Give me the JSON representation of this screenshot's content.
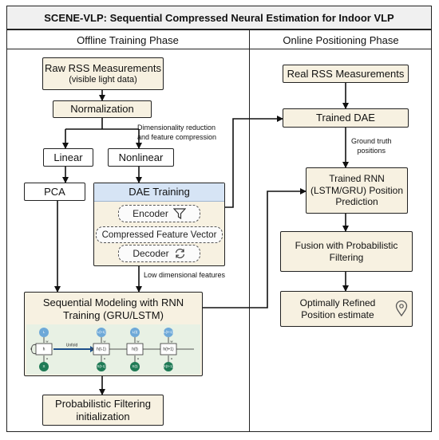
{
  "title": "SCENE-VLP: Sequential Compressed Neural Estimation for Indoor VLP",
  "phases": {
    "offline": "Offline Training Phase",
    "online": "Online Positioning Phase"
  },
  "offline": {
    "raw_rss": {
      "line1": "Raw RSS Measurements",
      "line2": "(visible light data)"
    },
    "normalization": "Normalization",
    "reduction_note": {
      "line1": "Dimensionality reduction",
      "line2": "and feature compression"
    },
    "linear": "Linear",
    "nonlinear": "Nonlinear",
    "pca": "PCA",
    "dae_training": "DAE Training",
    "encoder": "Encoder",
    "compressed_vector": "Compressed Feature Vector",
    "decoder": "Decoder",
    "low_dim_note": "Low dimensional features",
    "rnn_training": {
      "line1": "Sequential Modeling with RNN",
      "line2": "Training (GRU/LSTM)"
    },
    "rnn_diagram": {
      "unfold": "Unfold",
      "outputs": [
        "L",
        "L(t-1)",
        "L(t)",
        "L(t+1)"
      ],
      "hidden": [
        "h",
        "h(t-1)",
        "h(t)",
        "h(t+1)"
      ],
      "inputs": [
        "X",
        "X(t-1)",
        "X(t)",
        "X(t+1)"
      ],
      "weights": {
        "u": "u",
        "w": "w",
        "v": "v"
      }
    },
    "prob_filter": {
      "line1": "Probabilistic Filtering",
      "line2": "initialization"
    }
  },
  "online": {
    "real_rss": "Real RSS Measurements",
    "trained_dae": "Trained DAE",
    "ground_truth_note": {
      "line1": "Ground truth",
      "line2": "positions"
    },
    "trained_rnn": {
      "line1": "Trained RNN",
      "line2": "(LSTM/GRU) Position",
      "line3": "Prediction"
    },
    "fusion": {
      "line1": "Fusion with Probabilistic",
      "line2": "Filtering"
    },
    "refined": {
      "line1": "Optimally Refined",
      "line2": "Position estimate"
    }
  },
  "colors": {
    "box_fill": "#f7f1e1",
    "dae_header": "#d6e4f5",
    "rnn_panel": "#e8f1e4",
    "output_node": "#6ea9d8",
    "input_node": "#1f7a55",
    "hidden_node": "#ffffff"
  },
  "icons": [
    "funnel-icon",
    "cycle-arrows-icon",
    "location-pin-icon"
  ]
}
